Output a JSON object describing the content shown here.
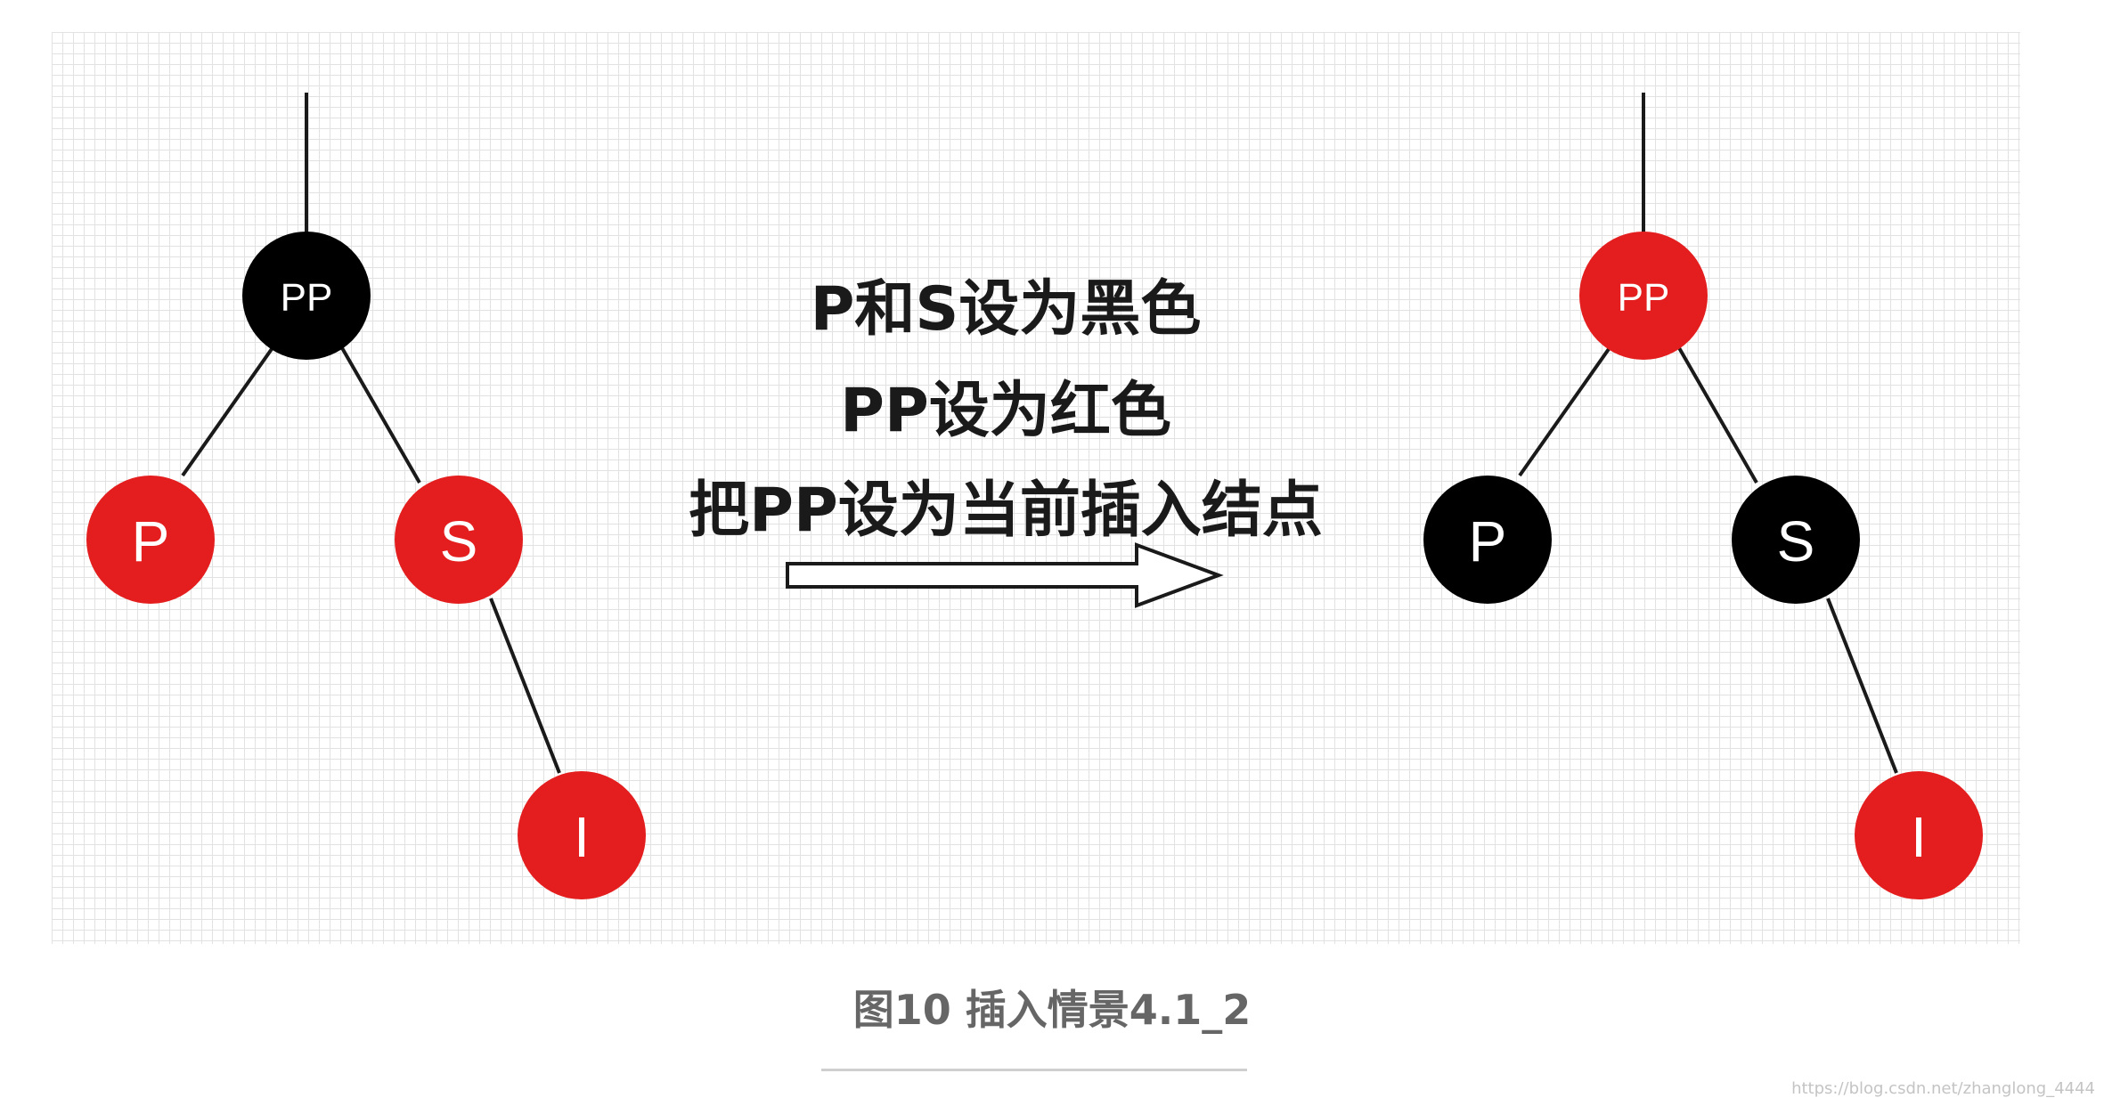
{
  "colors": {
    "red": "#e41e1e",
    "black": "#000000",
    "edge": "#1a1a1a",
    "caption": "#666666"
  },
  "before_tree": {
    "nodes": [
      {
        "id": "pp",
        "label": "PP",
        "color": "black"
      },
      {
        "id": "p",
        "label": "P",
        "color": "red"
      },
      {
        "id": "s",
        "label": "S",
        "color": "red"
      },
      {
        "id": "i",
        "label": "I",
        "color": "red"
      }
    ]
  },
  "after_tree": {
    "nodes": [
      {
        "id": "pp",
        "label": "PP",
        "color": "red"
      },
      {
        "id": "p",
        "label": "P",
        "color": "black"
      },
      {
        "id": "s",
        "label": "S",
        "color": "black"
      },
      {
        "id": "i",
        "label": "I",
        "color": "red"
      }
    ]
  },
  "operation": {
    "line1": "P和S设为黑色",
    "line2": "PP设为红色",
    "line3": "把PP设为当前插入结点"
  },
  "caption": "图10 插入情景4.1_2",
  "watermark": "https://blog.csdn.net/zhanglong_4444"
}
